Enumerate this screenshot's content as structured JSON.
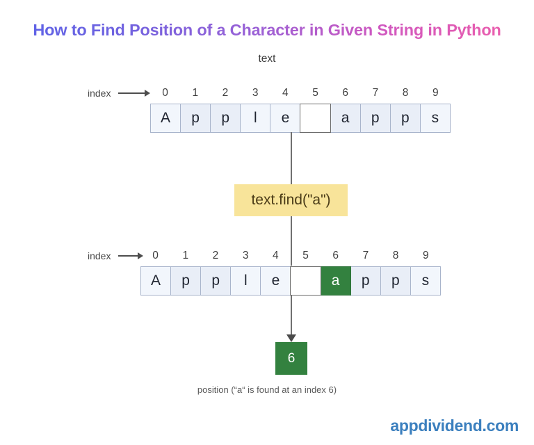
{
  "title": "How to Find Position of a Character in Given String in Python",
  "title_gradient": [
    "#5b63e8",
    "#9b61d6",
    "#f060a9"
  ],
  "top_label": "text",
  "colors": {
    "cell_fill": "#e9eef7",
    "cell_fill_light": "#f2f6fc",
    "cell_border": "#a8b4cb",
    "empty_cell_fill": "#ffffff",
    "highlight_fill": "#33813f",
    "find_box_fill": "#f8e49a",
    "find_box_text": "#4a3b17",
    "connector": "#707070",
    "footer": "#3b7fbe"
  },
  "arrays": [
    {
      "index_label": "index",
      "indices": [
        "0",
        "1",
        "2",
        "3",
        "4",
        "5",
        "6",
        "7",
        "8",
        "9"
      ],
      "cells": [
        {
          "char": "A",
          "state": "light"
        },
        {
          "char": "p",
          "state": "normal"
        },
        {
          "char": "p",
          "state": "normal"
        },
        {
          "char": "l",
          "state": "light"
        },
        {
          "char": "e",
          "state": "light"
        },
        {
          "char": "",
          "state": "empty"
        },
        {
          "char": "a",
          "state": "normal"
        },
        {
          "char": "p",
          "state": "normal"
        },
        {
          "char": "p",
          "state": "normal"
        },
        {
          "char": "s",
          "state": "light"
        }
      ]
    },
    {
      "index_label": "index",
      "indices": [
        "0",
        "1",
        "2",
        "3",
        "4",
        "5",
        "6",
        "7",
        "8",
        "9"
      ],
      "cells": [
        {
          "char": "A",
          "state": "light"
        },
        {
          "char": "p",
          "state": "normal"
        },
        {
          "char": "p",
          "state": "normal"
        },
        {
          "char": "l",
          "state": "light"
        },
        {
          "char": "e",
          "state": "light"
        },
        {
          "char": "",
          "state": "empty"
        },
        {
          "char": "a",
          "state": "highlight"
        },
        {
          "char": "p",
          "state": "normal"
        },
        {
          "char": "p",
          "state": "normal"
        },
        {
          "char": "s",
          "state": "light"
        }
      ]
    }
  ],
  "find_call": "text.find(\"a\")",
  "result": "6",
  "bottom_caption": "position (“a“ is found at an index 6)",
  "footer": "appdividend.com"
}
